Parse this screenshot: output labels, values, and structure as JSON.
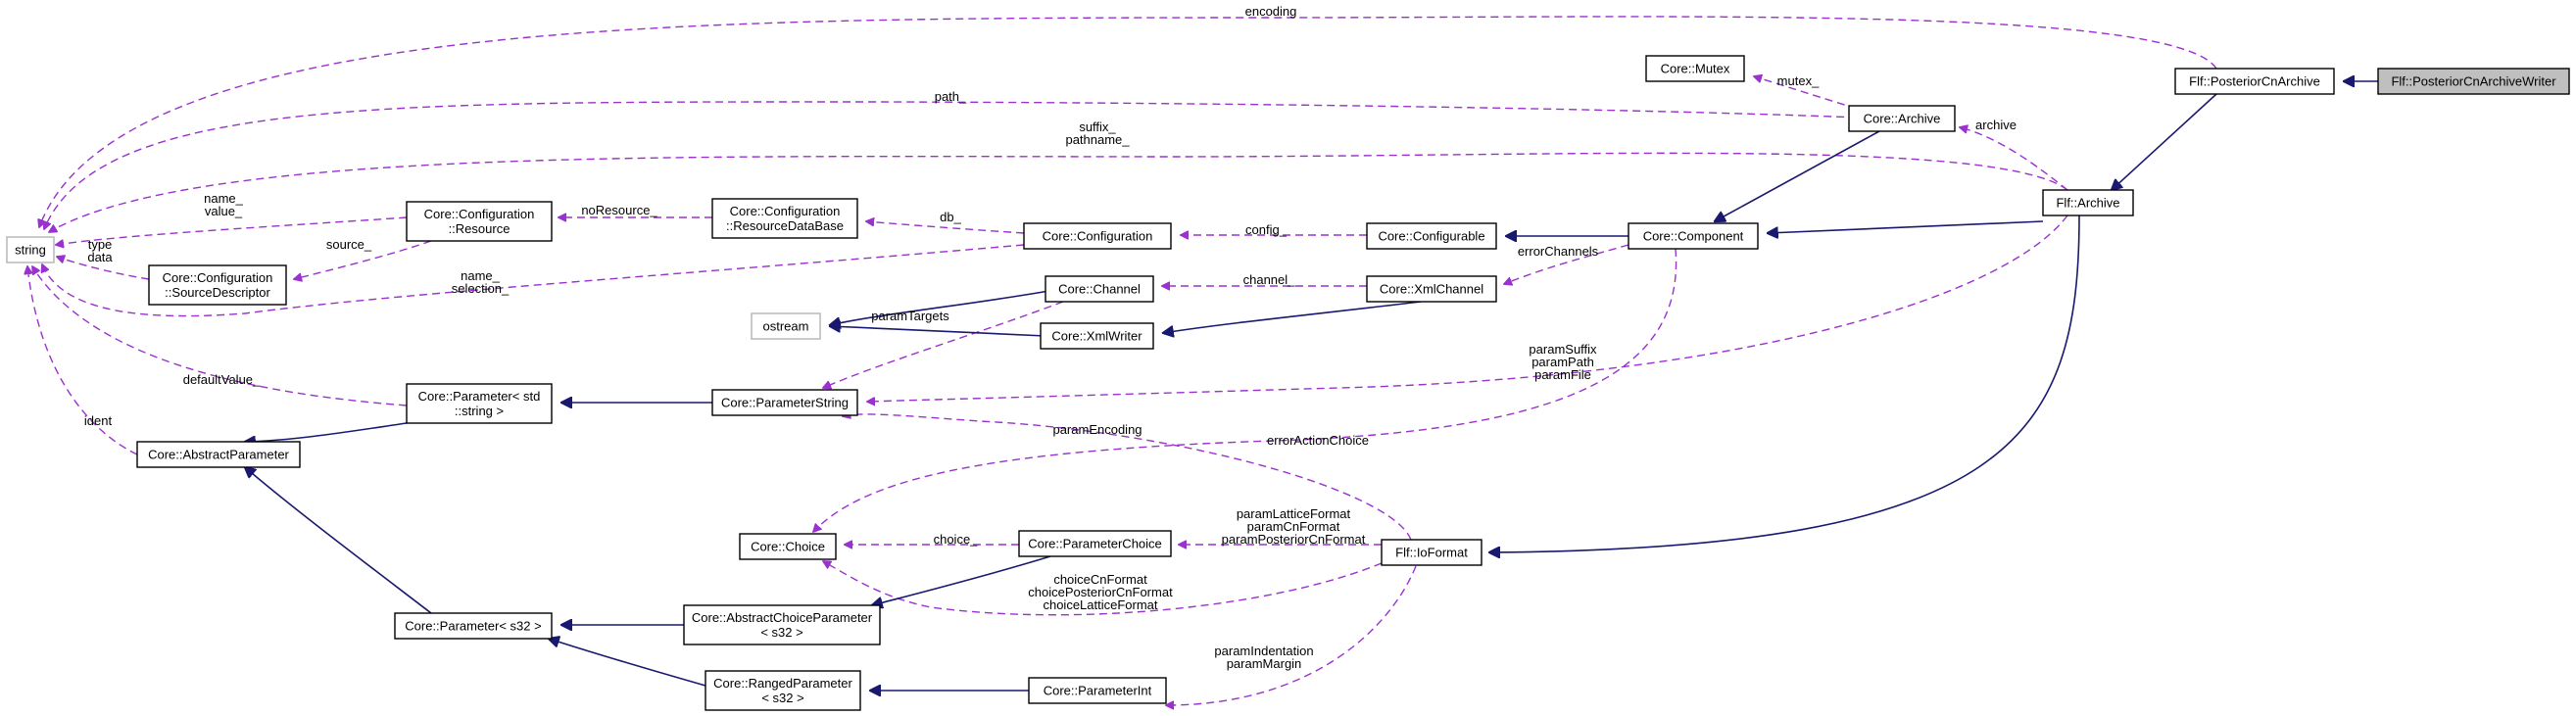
{
  "colors": {
    "usage_edge": "#9a32cd",
    "inheritance_edge": "#191970",
    "highlighted_node_fill": "#bfbfbf",
    "external_node_border": "#b3b3b3"
  },
  "nodes": {
    "string": [
      "string"
    ],
    "ostream": [
      "ostream"
    ],
    "mutex": [
      "Core::Mutex"
    ],
    "archive": [
      "Core::Archive"
    ],
    "posterior": [
      "Flf::PosteriorCnArchive"
    ],
    "writer": [
      "Flf::PosteriorCnArchiveWriter"
    ],
    "flfarchive": [
      "Flf::Archive"
    ],
    "component": [
      "Core::Component"
    ],
    "configurable": [
      "Core::Configurable"
    ],
    "configuration": [
      "Core::Configuration"
    ],
    "resdb": [
      "Core::Configuration",
      "::ResourceDataBase"
    ],
    "resource": [
      "Core::Configuration",
      "::Resource"
    ],
    "srcdesc": [
      "Core::Configuration",
      "::SourceDescriptor"
    ],
    "channel": [
      "Core::Channel"
    ],
    "xmlchannel": [
      "Core::XmlChannel"
    ],
    "xmlwriter": [
      "Core::XmlWriter"
    ],
    "paramstring": [
      "Core::ParameterString"
    ],
    "paramstdstring": [
      "Core::Parameter< std",
      "::string >"
    ],
    "abstractparam": [
      "Core::AbstractParameter"
    ],
    "choice": [
      "Core::Choice"
    ],
    "paramchoice": [
      "Core::ParameterChoice"
    ],
    "ioformat": [
      "Flf::IoFormat"
    ],
    "abschoiceparam": [
      "Core::AbstractChoiceParameter",
      "< s32 >"
    ],
    "params32": [
      "Core::Parameter< s32 >"
    ],
    "rangedparam": [
      "Core::RangedParameter",
      "< s32 >"
    ],
    "paramint": [
      "Core::ParameterInt"
    ]
  },
  "edge_labels": {
    "encoding": [
      "encoding"
    ],
    "mutex": [
      "mutex_"
    ],
    "path": [
      "path_"
    ],
    "archive": [
      "archive"
    ],
    "suffix_pathname": [
      "suffix_",
      "pathname_"
    ],
    "name_value": [
      "name_",
      "value_"
    ],
    "noresource": [
      "noResource_"
    ],
    "db": [
      "db_"
    ],
    "config": [
      "config_"
    ],
    "errorchannels": [
      "errorChannels"
    ],
    "source": [
      "source_"
    ],
    "type_data": [
      "type",
      "data"
    ],
    "name_selection": [
      "name_",
      "selection_"
    ],
    "channel": [
      "channel_"
    ],
    "paramtargets": [
      "paramTargets"
    ],
    "param_suffix_path_file": [
      "paramSuffix",
      "paramPath",
      "paramFile"
    ],
    "defaultvalue": [
      "defaultValue_"
    ],
    "ident": [
      "ident"
    ],
    "paramencoding": [
      "paramEncoding"
    ],
    "erroractionchoice": [
      "errorActionChoice"
    ],
    "choice": [
      "choice_"
    ],
    "param_formats": [
      "paramLatticeFormat",
      "paramCnFormat",
      "paramPosteriorCnFormat"
    ],
    "choice_formats": [
      "choiceCnFormat",
      "choicePosteriorCnFormat",
      "choiceLatticeFormat"
    ],
    "param_indent_margin": [
      "paramIndentation",
      "paramMargin"
    ]
  }
}
